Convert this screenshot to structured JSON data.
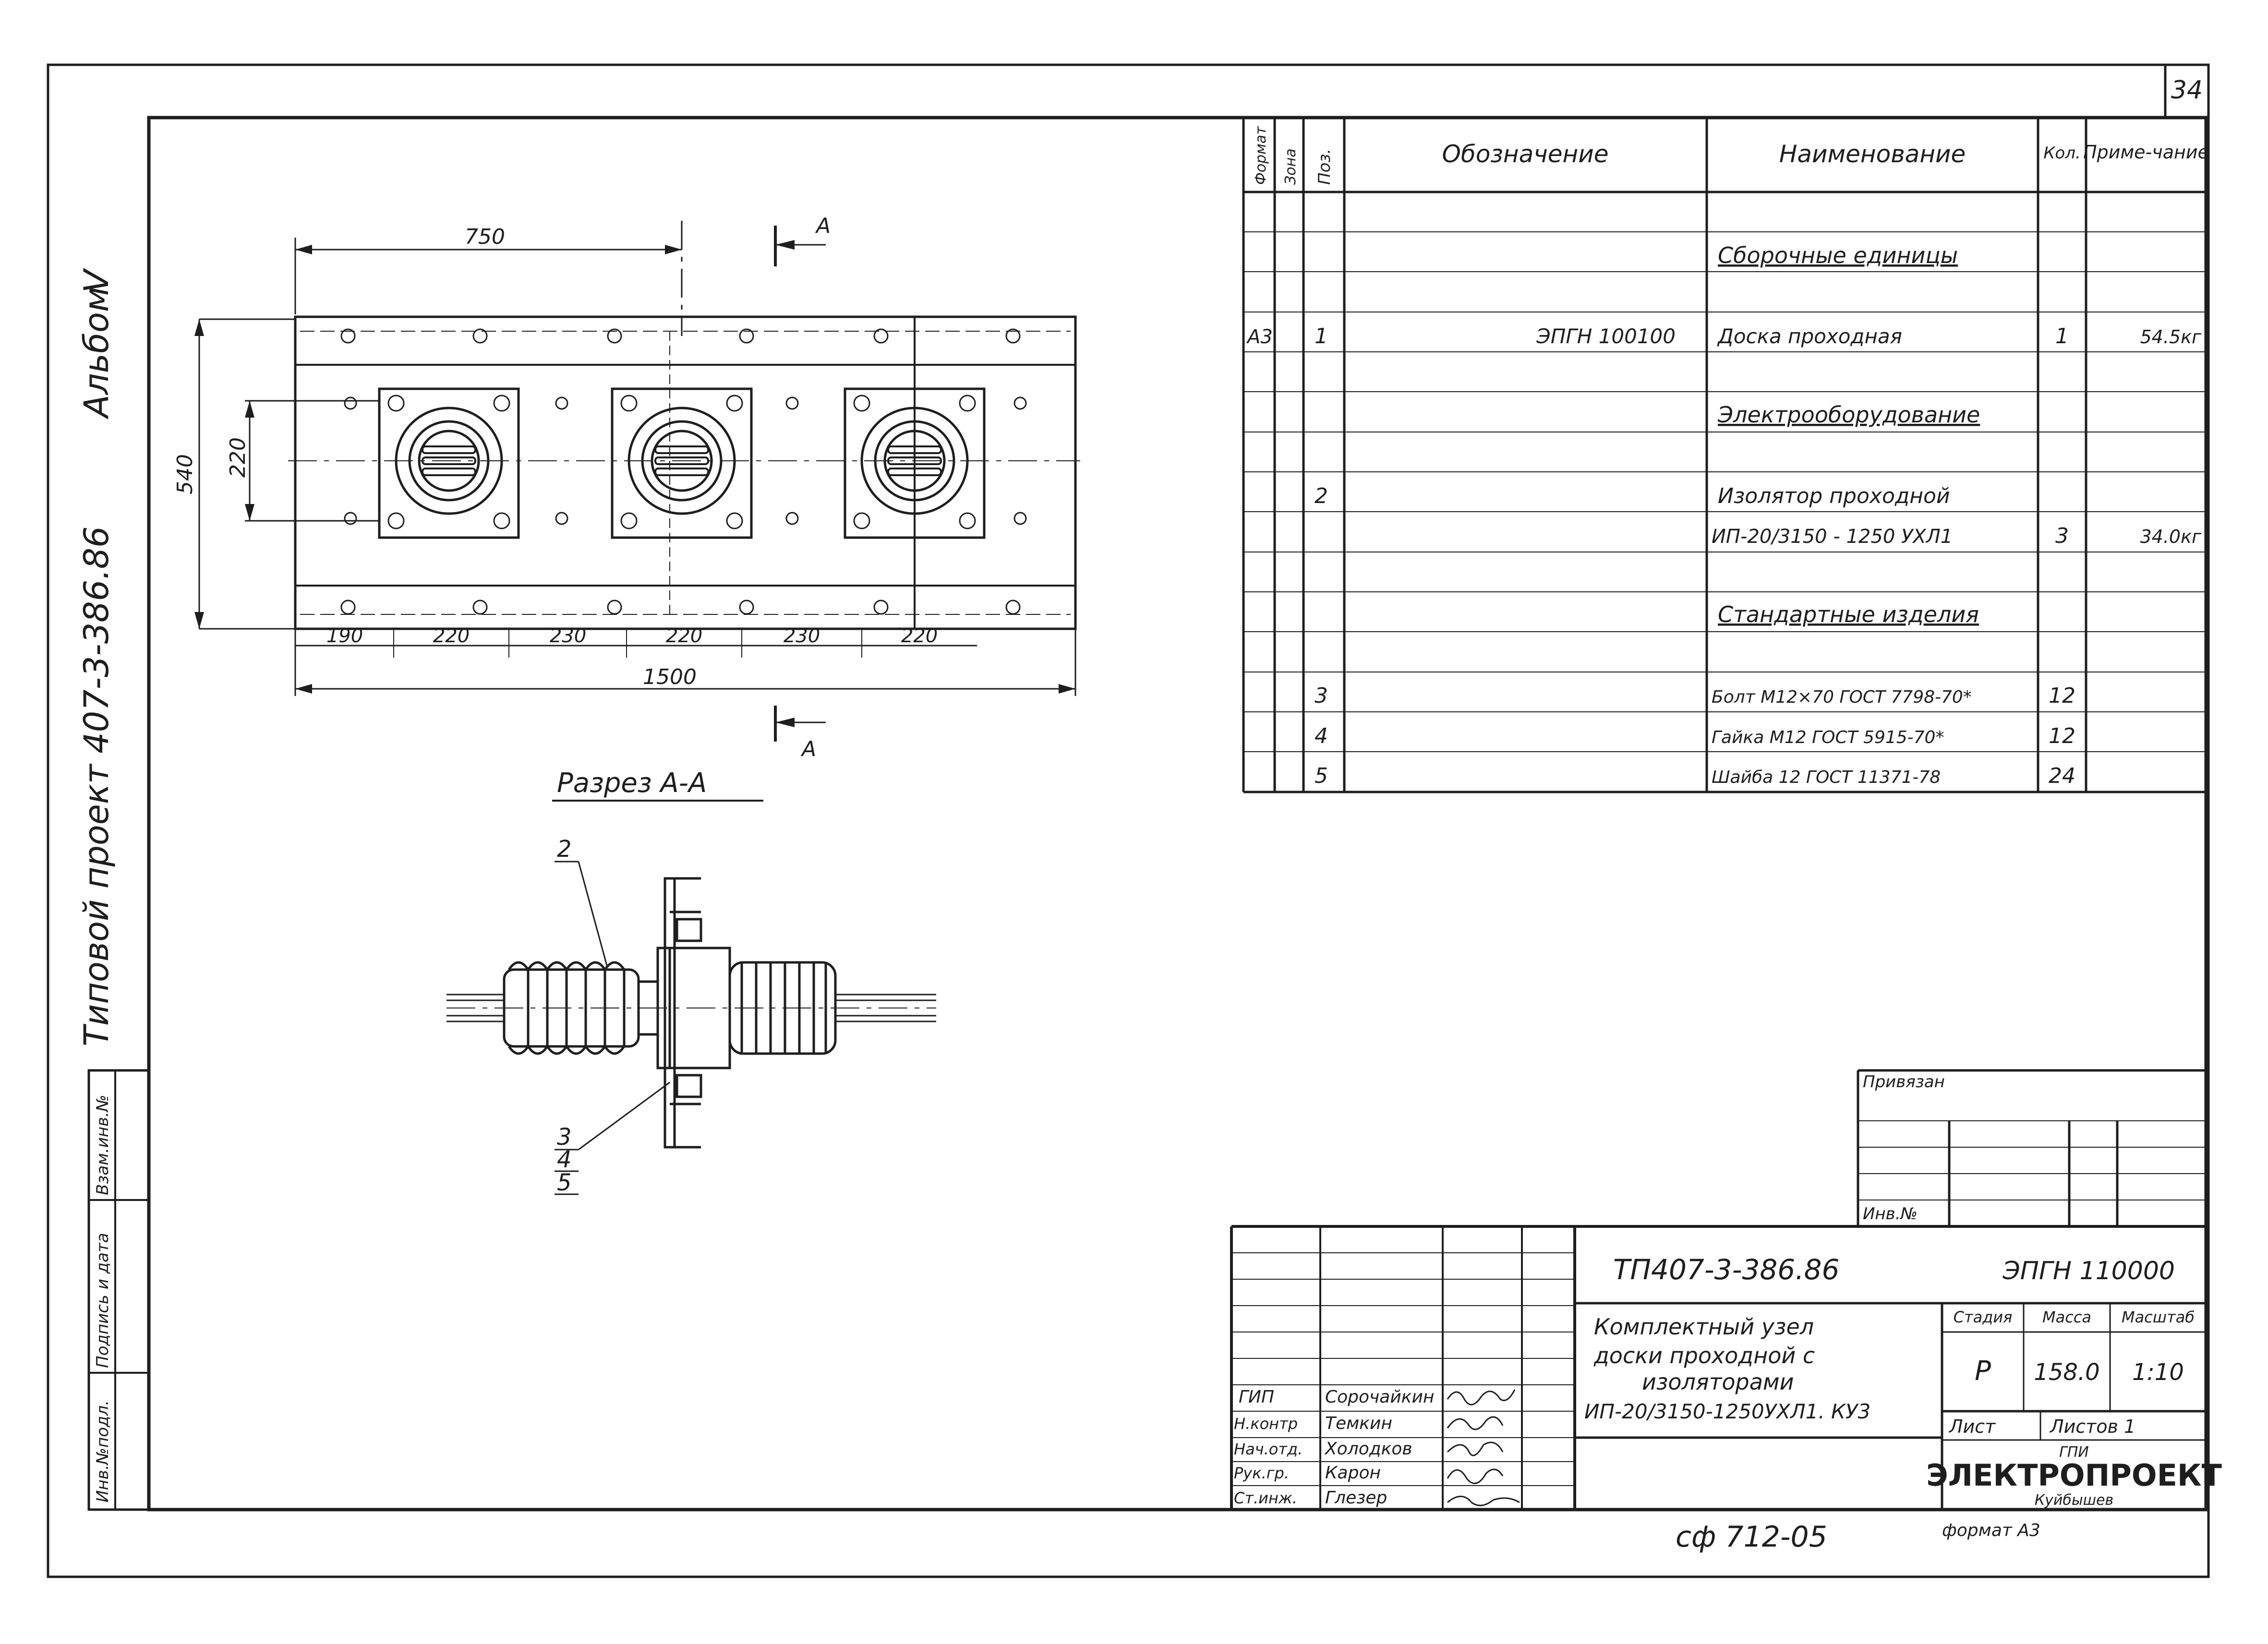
{
  "sheet": {
    "page_number": "34",
    "footer_code": "сф 712-05",
    "format_note": "формат А3"
  },
  "side": {
    "album": "Альбом",
    "album_num": "V",
    "project": "Типовой проект 407-3-386.86",
    "stamp_cells": [
      "Инв.№подл.",
      "Подпись и дата",
      "Взам.инв.№"
    ]
  },
  "drawing": {
    "dims": {
      "top": "750",
      "height": "540",
      "inner_height": "220",
      "total": "1500",
      "bottom": [
        "190",
        "220",
        "230",
        "220",
        "230",
        "220"
      ]
    },
    "section_marker": "А",
    "section_title": "Разрез А-А",
    "callouts": [
      "2",
      "3",
      "4",
      "5"
    ]
  },
  "spec": {
    "headers": [
      "Формат",
      "Зона",
      "Поз.",
      "Обозначение",
      "Наименование",
      "Кол.",
      "Приме-чание"
    ],
    "rows": [
      {
        "fmt": "",
        "zone": "",
        "pos": "",
        "code": "",
        "name": "",
        "qty": "",
        "note": ""
      },
      {
        "fmt": "",
        "zone": "",
        "pos": "",
        "code": "",
        "name": "Сборочные единицы",
        "qty": "",
        "note": ""
      },
      {
        "fmt": "",
        "zone": "",
        "pos": "",
        "code": "",
        "name": "",
        "qty": "",
        "note": ""
      },
      {
        "fmt": "А3",
        "zone": "",
        "pos": "1",
        "code": "ЭПГН 100100",
        "name": "Доска проходная",
        "qty": "1",
        "note": "54.5кг"
      },
      {
        "fmt": "",
        "zone": "",
        "pos": "",
        "code": "",
        "name": "",
        "qty": "",
        "note": ""
      },
      {
        "fmt": "",
        "zone": "",
        "pos": "",
        "code": "",
        "name": "Электрооборудование",
        "qty": "",
        "note": ""
      },
      {
        "fmt": "",
        "zone": "",
        "pos": "",
        "code": "",
        "name": "",
        "qty": "",
        "note": ""
      },
      {
        "fmt": "",
        "zone": "",
        "pos": "2",
        "code": "",
        "name": "Изолятор проходной",
        "qty": "",
        "note": ""
      },
      {
        "fmt": "",
        "zone": "",
        "pos": "",
        "code": "",
        "name": "ИП-20/3150 - 1250 УХЛ1",
        "qty": "3",
        "note": "34.0кг"
      },
      {
        "fmt": "",
        "zone": "",
        "pos": "",
        "code": "",
        "name": "",
        "qty": "",
        "note": ""
      },
      {
        "fmt": "",
        "zone": "",
        "pos": "",
        "code": "",
        "name": "Стандартные изделия",
        "qty": "",
        "note": ""
      },
      {
        "fmt": "",
        "zone": "",
        "pos": "",
        "code": "",
        "name": "",
        "qty": "",
        "note": ""
      },
      {
        "fmt": "",
        "zone": "",
        "pos": "3",
        "code": "",
        "name": "Болт М12×70 ГОСТ 7798-70*",
        "qty": "12",
        "note": ""
      },
      {
        "fmt": "",
        "zone": "",
        "pos": "4",
        "code": "",
        "name": "Гайка М12 ГОСТ 5915-70*",
        "qty": "12",
        "note": ""
      },
      {
        "fmt": "",
        "zone": "",
        "pos": "5",
        "code": "",
        "name": "Шайба 12 ГОСТ 11371-78",
        "qty": "24",
        "note": ""
      }
    ]
  },
  "attach": {
    "label": "Привязан",
    "inv_label": "Инв.№"
  },
  "title_block": {
    "project_code": "ТП407-3-386.86",
    "doc_code": "ЭПГН 110000",
    "title_lines": [
      "Комплектный узел",
      "доски проходной с",
      "изоляторами",
      "ИП-20/3150-1250УХЛ1. КУ3"
    ],
    "stage_label": "Стадия",
    "mass_label": "Масса",
    "scale_label": "Масштаб",
    "stage": "Р",
    "mass": "158.0",
    "scale": "1:10",
    "sheet_label": "Лист",
    "sheets_label": "Листов 1",
    "org_top": "ГПИ",
    "org_main": "ЭЛЕКТРОПРОЕКТ",
    "org_city": "Куйбышев",
    "signatures": [
      {
        "role": "ГИП",
        "name": "Сорочайкин"
      },
      {
        "role": "Н.контр",
        "name": "Темкин"
      },
      {
        "role": "Нач.отд.",
        "name": "Холодков"
      },
      {
        "role": "Рук.гр.",
        "name": "Карон"
      },
      {
        "role": "Ст.инж.",
        "name": "Глезер"
      }
    ]
  }
}
